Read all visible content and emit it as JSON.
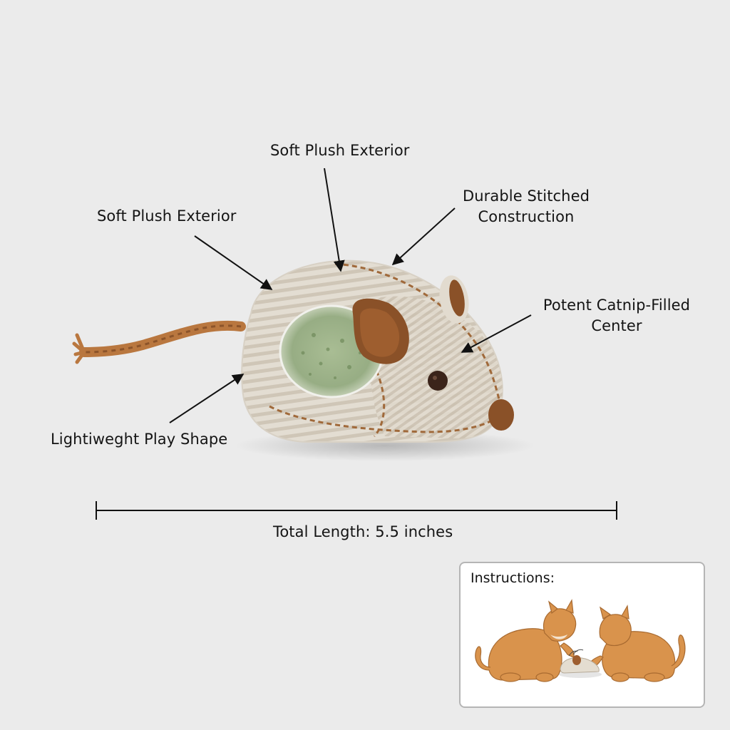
{
  "callouts": {
    "top": "Soft Plush Exterior",
    "left": "Soft Plush Exterior",
    "durable_line1": "Durable Stitched",
    "durable_line2": "Construction",
    "catnip_line1": "Potent Catnip-Filled",
    "catnip_line2": "Center",
    "lightweight": "Lightiwegh​t Play Shape"
  },
  "dimension": {
    "label": "Total Length: 5.5 inches"
  },
  "instructions": {
    "title": "Instructions:"
  },
  "colors": {
    "background": "#ebebeb",
    "knit": "#ddd5c8",
    "stitch": "#a0693a",
    "ear": "#8a5128",
    "catnip": "#9db28a",
    "cat": "#d9934c"
  }
}
